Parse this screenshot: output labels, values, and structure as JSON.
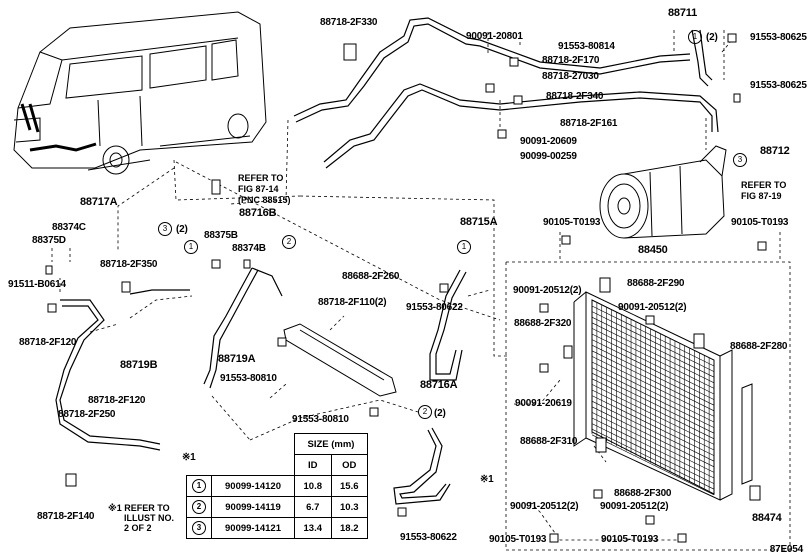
{
  "figure_code": "87E054",
  "labels": {
    "p88711": "88711",
    "p88718_2F330": "88718-2F330",
    "p90091_20801": "90091-20801",
    "p91553_80814": "91553-80814",
    "p88718_2F170": "88718-2F170",
    "p88718_27030": "88718-27030",
    "p88718_2F340": "88718-2F340",
    "p91553_80625a": "91553-80625",
    "p91553_80625b": "91553-80625",
    "p88718_2F161": "88718-2F161",
    "p90091_20609": "90091-20609",
    "p90099_00259": "90099-00259",
    "p88712": "88712",
    "p88717A": "88717A",
    "p88374C": "88374C",
    "p88375D": "88375D",
    "p88718_2F350": "88718-2F350",
    "p91511_B0614": "91511-B0614",
    "p88718_2F120a": "88718-2F120",
    "p88719B": "88719B",
    "p88718_2F120b": "88718-2F120",
    "p88718_2F250": "88718-2F250",
    "p88718_2F140": "88718-2F140",
    "p88716B": "88716B",
    "p88375B": "88375B",
    "p88374B": "88374B",
    "p88719A": "88719A",
    "p91553_80810a": "91553-80810",
    "p91553_80810b": "91553-80810",
    "p88688_2F260": "88688-2F260",
    "p88718_2F110": "88718-2F110(2)",
    "p88715A": "88715A",
    "p91553_80622a": "91553-80622",
    "p88716A": "88716A",
    "p91553_80622b": "91553-80622",
    "p90105_T0193a": "90105-T0193",
    "p90105_T0193b": "90105-T0193",
    "p90105_T0193c": "90105-T0193",
    "p90105_T0193d": "90105-T0193",
    "p88450": "88450",
    "p88688_2F290": "88688-2F290",
    "p90091_20512a": "90091-20512(2)",
    "p90091_20512b": "90091-20512(2)",
    "p88688_2F320": "88688-2F320",
    "p88688_2F280": "88688-2F280",
    "p90091_20619": "90091-20619",
    "p88688_2F310": "88688-2F310",
    "p88688_2F300": "88688-2F300",
    "p90091_20512c": "90091-20512(2)",
    "p90091_20512d": "90091-20512(2)",
    "p88474": "88474"
  },
  "refs": {
    "ref1_l1": "REFER TO",
    "ref1_l2": "FIG 87-14",
    "ref1_l3": "(PNC 88515)",
    "ref2_l1": "REFER TO",
    "ref2_l2": "FIG 87-19"
  },
  "callouts": {
    "c1": "1",
    "c2": "2",
    "c3": "3",
    "q2": "(2)",
    "q2b": "(2)",
    "q2c": "(2)",
    "x1a": "※1",
    "x1b": "※1"
  },
  "footnote": {
    "mark": "※1",
    "l1": "REFER TO",
    "l2": "ILLUST NO.",
    "l3": "2 OF 2"
  },
  "size_table": {
    "title": "SIZE (mm)",
    "col_id": "ID",
    "col_od": "OD",
    "rows": [
      {
        "no": "1",
        "part": "90099-14120",
        "id": "10.8",
        "od": "15.6"
      },
      {
        "no": "2",
        "part": "90099-14119",
        "id": "6.7",
        "od": "10.3"
      },
      {
        "no": "3",
        "part": "90099-14121",
        "id": "13.4",
        "od": "18.2"
      }
    ]
  }
}
